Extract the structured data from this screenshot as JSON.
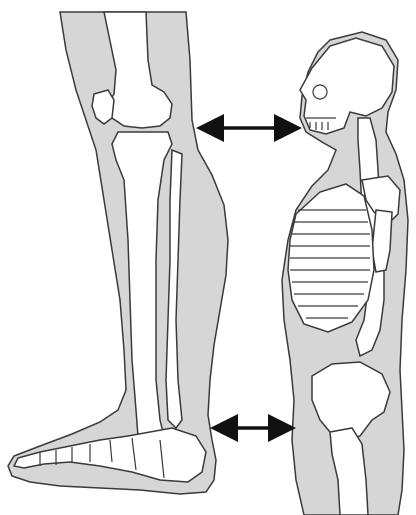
{
  "colors": {
    "background": "#ffffff",
    "body_fill": "#d6d6d6",
    "bone_fill": "#ffffff",
    "outline": "#3a3a3a",
    "arrow": "#111111"
  },
  "figures": {
    "leg": {
      "icon": "leg-skeleton-illustration"
    },
    "torso": {
      "icon": "torso-skeleton-side-view-illustration"
    }
  },
  "arrows": [
    {
      "icon": "double-headed-arrow",
      "points_to": "skull-and-knee"
    },
    {
      "icon": "double-headed-arrow",
      "points_to": "pelvis-and-ankle"
    }
  ]
}
